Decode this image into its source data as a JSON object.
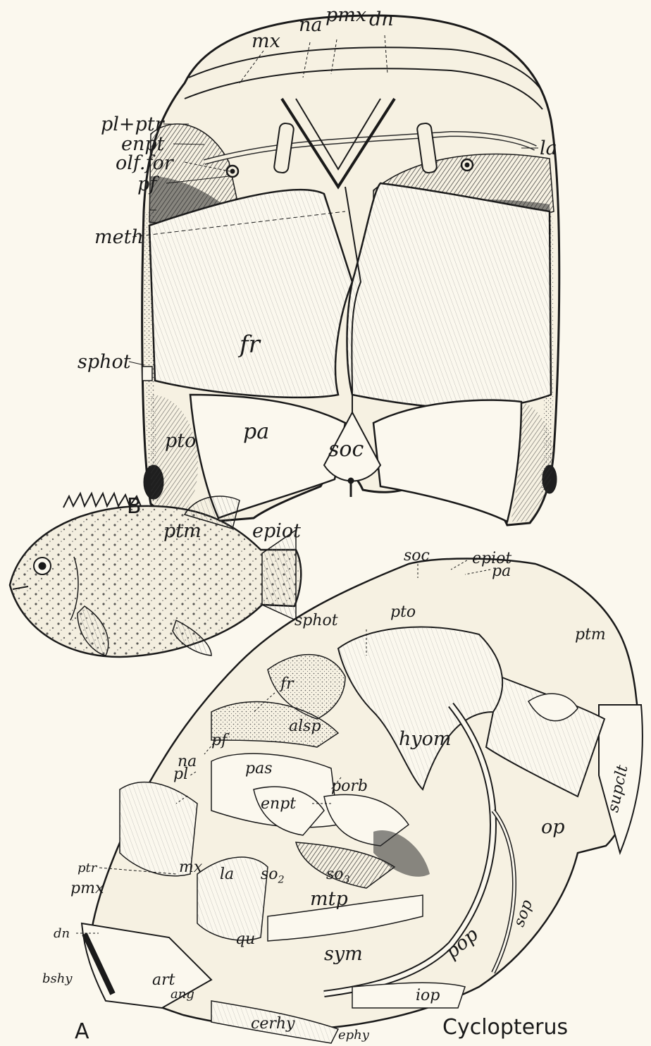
{
  "figure": {
    "genus_caption": "Cyclopterus",
    "panel_a": "A",
    "panel_b": "B"
  },
  "labels_b": {
    "mx": "mx",
    "na": "na",
    "pmx": "pmx",
    "dn": "dn",
    "pl_ptr": "pl+ptr",
    "enpt": "enpt",
    "olf_for": "olf.for",
    "pf": "pf",
    "meth": "meth",
    "la": "la",
    "fr": "fr",
    "sphot": "sphot",
    "pto": "pto",
    "pa": "pa",
    "soc": "soc",
    "ptm": "ptm",
    "epiot": "epiot"
  },
  "labels_a": {
    "soc": "soc",
    "epiot": "epiot",
    "pa": "pa",
    "pto": "pto",
    "sphot": "sphot",
    "ptm": "ptm",
    "fr": "fr",
    "alsp": "alsp",
    "hyom": "hyom",
    "pf": "pf",
    "na": "na",
    "pas": "pas",
    "porb": "porb",
    "pl": "pl",
    "enpt": "enpt",
    "op": "op",
    "suprclt": "supclt",
    "ptr": "ptr",
    "mx": "mx",
    "la": "la",
    "so2": "so",
    "so2_sub": "2",
    "so3": "so",
    "so3_sub": "3",
    "pmx": "pmx",
    "mtp": "mtp",
    "dn": "dn",
    "qu": "qu",
    "sym": "sym",
    "pop": "pop",
    "sop": "sop",
    "bshy": "bshy",
    "art": "art",
    "ang": "ang",
    "iop": "iop",
    "cerhy": "cerhy",
    "ephy": "ephy"
  }
}
